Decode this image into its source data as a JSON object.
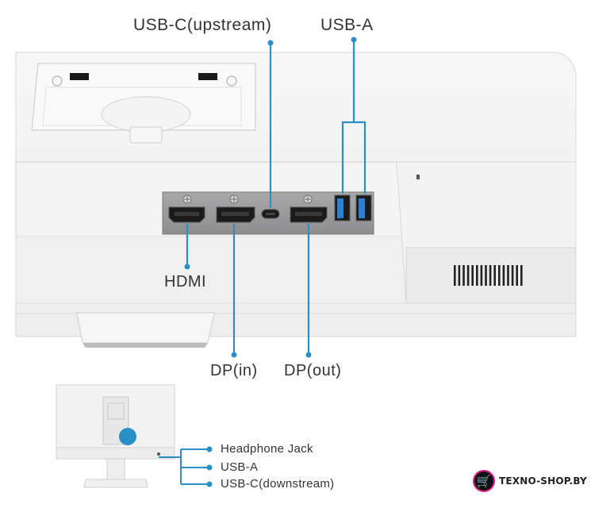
{
  "labels": {
    "usb_c_upstream": "USB-C(upstream)",
    "usb_a_top": "USB-A",
    "hdmi": "HDMI",
    "dp_in": "DP(in)",
    "dp_out": "DP(out)",
    "headphone_jack": "Headphone Jack",
    "usb_a_side": "USB-A",
    "usb_c_downstream": "USB-C(downstream)"
  },
  "watermark": {
    "text": "TEXNO-SHOP.BY",
    "icon": "shopping-cart-icon"
  },
  "colors": {
    "callout": "#2a8fc4",
    "port_panel": "#9b9b9d",
    "usb_a_port": "#2d7fd0",
    "monitor_body": "#f2f2f2"
  }
}
